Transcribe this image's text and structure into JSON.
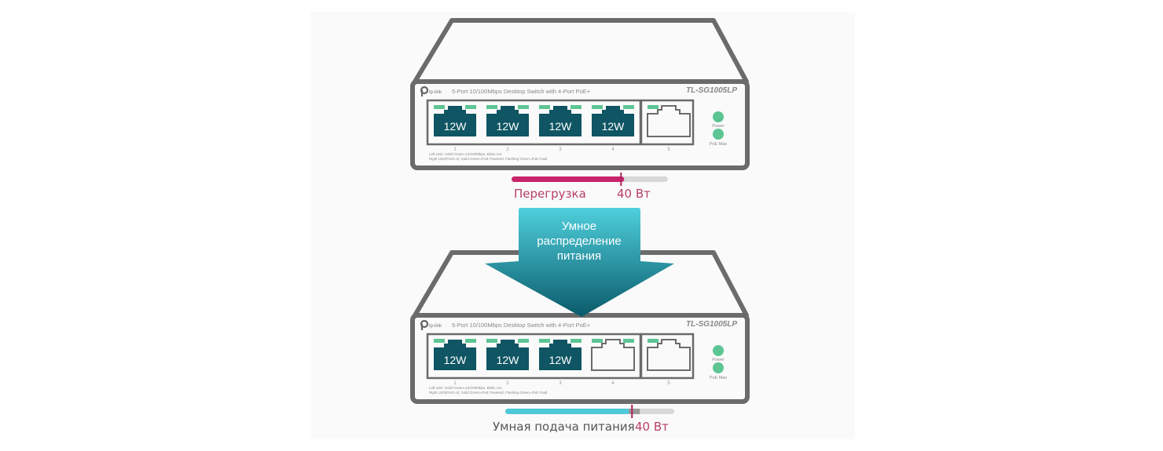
{
  "colors": {
    "switch_outline": "#6b6b6b",
    "port_powered": "#0f5563",
    "led_green": "#5cc593",
    "overload_bar": "#c8246b",
    "smart_bar": "#4ec9d8",
    "bar_track": "#d8d8d8",
    "arrow_top": "#4fcfdc",
    "arrow_bottom": "#0a5a6a",
    "label_overload": "#b83e66",
    "label_smart": "#555555"
  },
  "switch_top": {
    "brand": "tp-link",
    "description": "5-Port 10/100Mbps Desktop Switch with 4-Port PoE+",
    "model": "TL-SG1005LP",
    "ports": [
      {
        "number": "1",
        "label": "12W",
        "powered": true
      },
      {
        "number": "2",
        "label": "12W",
        "powered": true
      },
      {
        "number": "3",
        "label": "12W",
        "powered": true
      },
      {
        "number": "4",
        "label": "12W",
        "powered": true
      },
      {
        "number": "5",
        "label": "",
        "powered": false
      }
    ],
    "indicators": [
      "Power",
      "PoE Max"
    ],
    "legend_line1": "Left LED:  Solid Green=10/100Mbps, Blink=Act",
    "legend_line2": "Right LED(Port1-4):  Solid Green=PoE Powered, Flashing Green=PoE Fault"
  },
  "overload_meter": {
    "label": "Перегрузка",
    "limit_label": "40 Вт",
    "load_watts": 48,
    "limit_watts": 40,
    "fill_fraction": 0.72,
    "limit_fraction": 0.7
  },
  "arrow": {
    "line1": "Умное",
    "line2": "распределение",
    "line3": "питания"
  },
  "switch_bottom": {
    "brand": "tp-link",
    "description": "5-Port 10/100Mbps Desktop Switch with 4-Port PoE+",
    "model": "TL-SG1005LP",
    "ports": [
      {
        "number": "1",
        "label": "12W",
        "powered": true
      },
      {
        "number": "2",
        "label": "12W",
        "powered": true
      },
      {
        "number": "3",
        "label": "12W",
        "powered": true
      },
      {
        "number": "4",
        "label": "",
        "powered": false
      },
      {
        "number": "5",
        "label": "",
        "powered": false
      }
    ],
    "indicators": [
      "Power",
      "PoE Max"
    ],
    "legend_line1": "Left LED:  Solid Green=10/100Mbps, Blink=Act",
    "legend_line2": "Right LED(Port1-4):  Solid Green=PoE Powered, Flashing Green=PoE Fault"
  },
  "smart_meter": {
    "label": "Умная подача питания",
    "limit_label": "40 Вт",
    "load_watts": 36,
    "limit_watts": 40,
    "fill_fraction": 0.74,
    "limit_fraction": 0.75
  }
}
